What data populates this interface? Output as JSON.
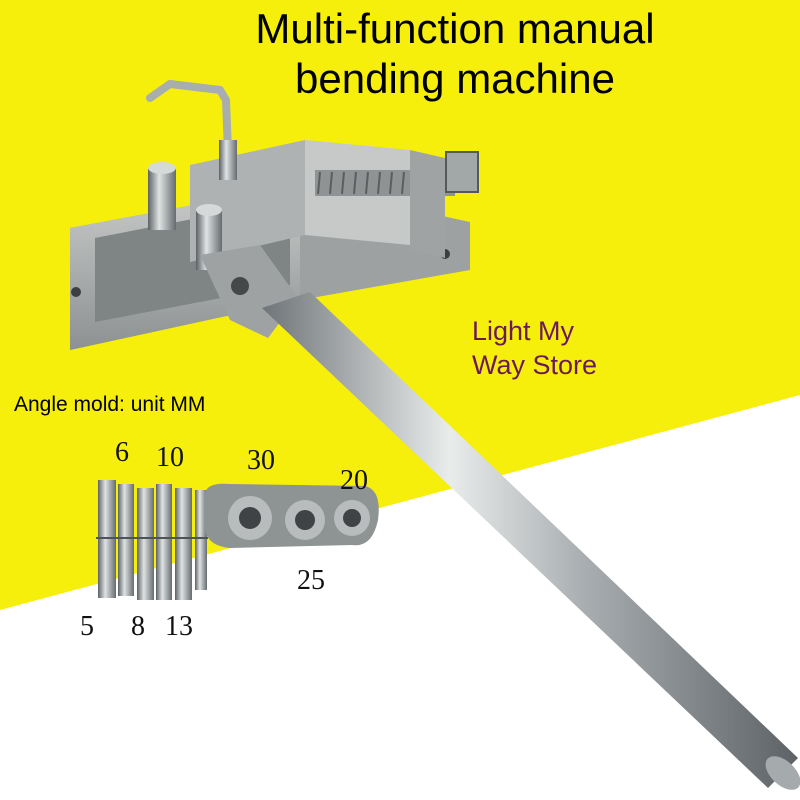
{
  "title": {
    "line1": "Multi-function manual",
    "line2": "bending machine"
  },
  "store": {
    "line1": "Light My",
    "line2": "Way Store"
  },
  "mold": {
    "caption": "Angle mold: unit MM",
    "sizes": {
      "s6": "6",
      "s10": "10",
      "s30": "30",
      "s20": "20",
      "s25": "25",
      "s5": "5",
      "s8": "8",
      "s13": "13"
    }
  },
  "colors": {
    "background_yellow": "#f6ee0b",
    "background_white": "#ffffff",
    "store_text": "#6a1a5a",
    "metal": "#b7bcbe"
  }
}
